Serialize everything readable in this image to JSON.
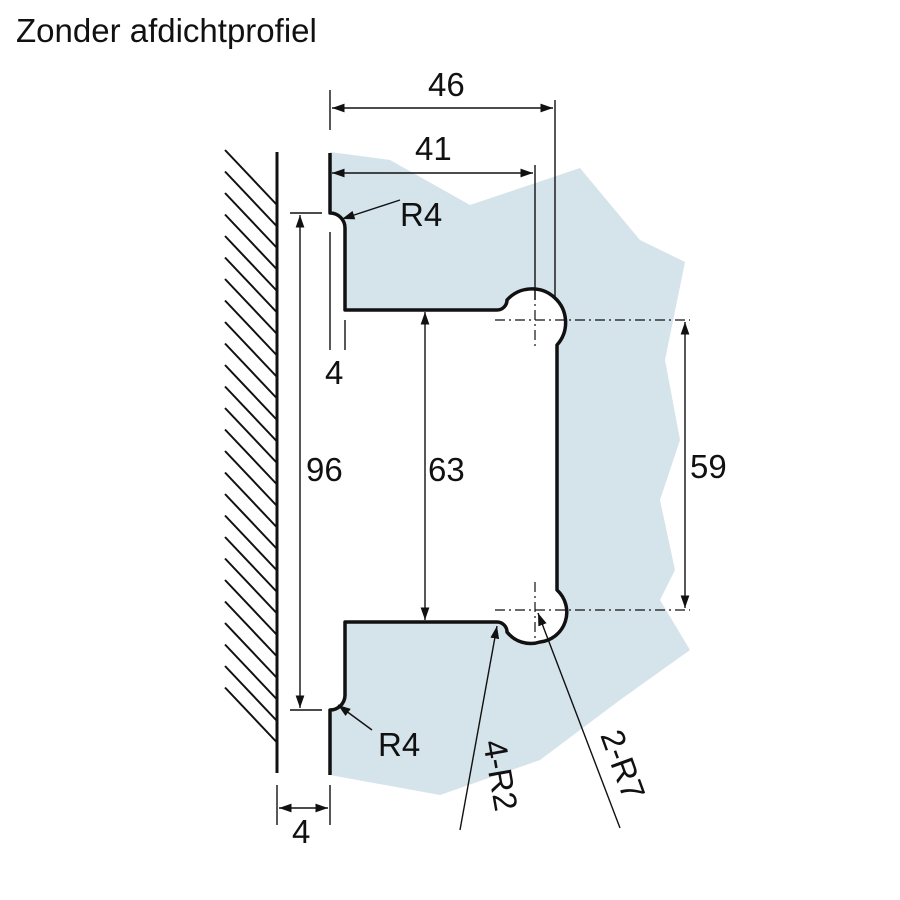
{
  "title": "Zonder afdichtprofiel",
  "colors": {
    "glass": "#d5e3eb",
    "line": "#111111"
  },
  "dimensions": {
    "overall_width": "46",
    "inner_width": "41",
    "top_radius": "R4",
    "bottom_radius": "R4",
    "offset_top": "4",
    "total_height": "96",
    "channel_height": "63",
    "hole_spacing": "59",
    "small_radii": "4-R2",
    "large_radii": "2-R7",
    "wall_gap": "4"
  }
}
